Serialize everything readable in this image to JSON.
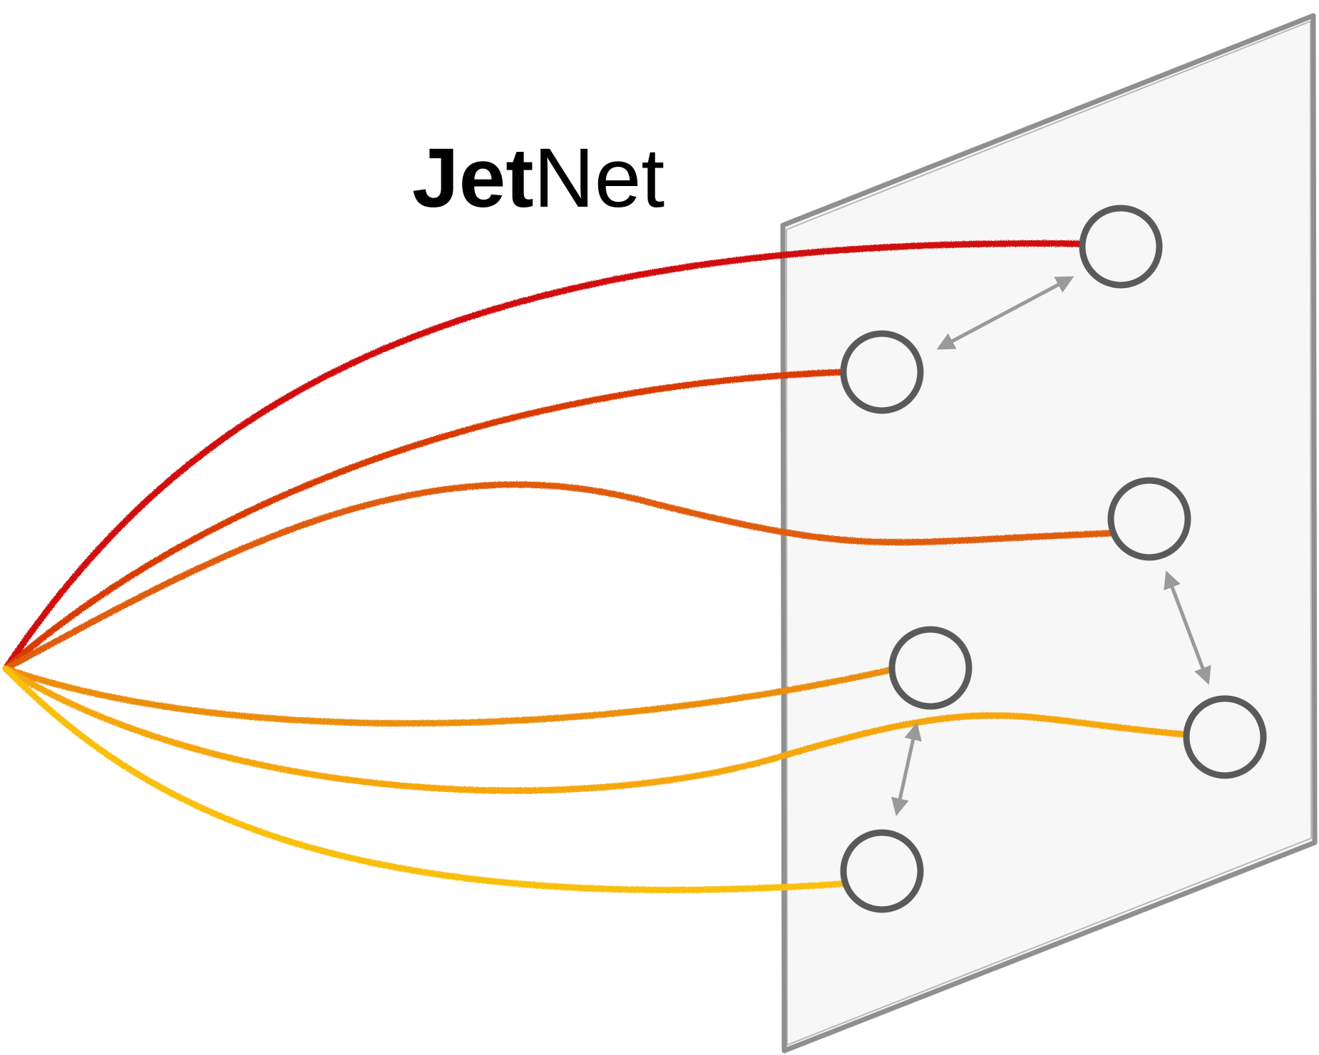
{
  "title": {
    "bold_part": "Jet",
    "light_part": "Net"
  },
  "colors": {
    "plane_fill": "#f7f7f7",
    "plane_stroke": "#8f8f8f",
    "node_stroke": "#5a5a5a",
    "arrow": "#9a9a9a",
    "jets": [
      "#d10a0a",
      "#d93a05",
      "#e05d08",
      "#ec8e08",
      "#f5a708",
      "#f9bf0a"
    ]
  },
  "jets": [
    {
      "name": "jet-1",
      "color_index": 0
    },
    {
      "name": "jet-2",
      "color_index": 1
    },
    {
      "name": "jet-3",
      "color_index": 2
    },
    {
      "name": "jet-4",
      "color_index": 3
    },
    {
      "name": "jet-5",
      "color_index": 4
    },
    {
      "name": "jet-6",
      "color_index": 5
    }
  ],
  "particles": [
    {
      "name": "particle-1"
    },
    {
      "name": "particle-2"
    },
    {
      "name": "particle-3"
    },
    {
      "name": "particle-4"
    },
    {
      "name": "particle-5"
    },
    {
      "name": "particle-6"
    }
  ],
  "edges": [
    {
      "name": "edge-particle-1-particle-2"
    },
    {
      "name": "edge-particle-3-particle-5"
    },
    {
      "name": "edge-particle-4-particle-6"
    }
  ]
}
